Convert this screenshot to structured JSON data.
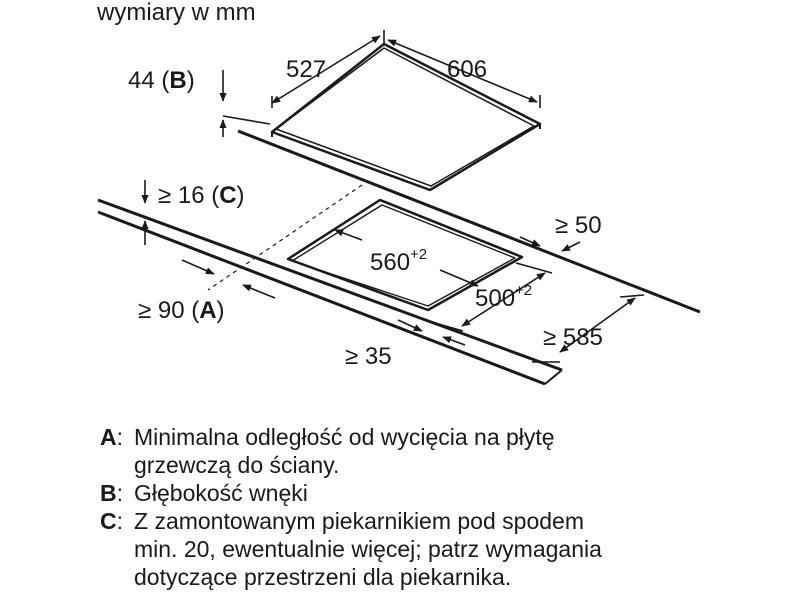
{
  "caption": "wymiary w mm",
  "dims": {
    "depth": "527",
    "width": "606",
    "recess_prefix": "44 (",
    "recess_key": "B",
    "recess_suffix": ")",
    "gap_prefix": "≥ 16 (",
    "gap_key": "C",
    "gap_suffix": ")",
    "wall_prefix": "≥ 90 (",
    "wall_key": "A",
    "wall_suffix": ")",
    "cut_width": "560",
    "cut_width_tol": "+2",
    "cut_depth": "500",
    "cut_depth_tol": "+2",
    "back_min": "≥ 50",
    "front_min": "≥ 35",
    "counter_depth": "≥ 585"
  },
  "legend": [
    {
      "key": "A",
      "sep": ":",
      "lines": [
        "Minimalna odległość od wycięcia na płytę",
        "grzewczą do ściany."
      ]
    },
    {
      "key": "B",
      "sep": ":",
      "lines": [
        "Głębokość wnęki"
      ]
    },
    {
      "key": "C",
      "sep": ":",
      "lines": [
        "Z zamontowanym piekarnikiem pod spodem",
        "min. 20, ewentualnie więcej; patrz wymagania",
        "dotyczące przestrzeni dla piekarnika."
      ]
    }
  ]
}
